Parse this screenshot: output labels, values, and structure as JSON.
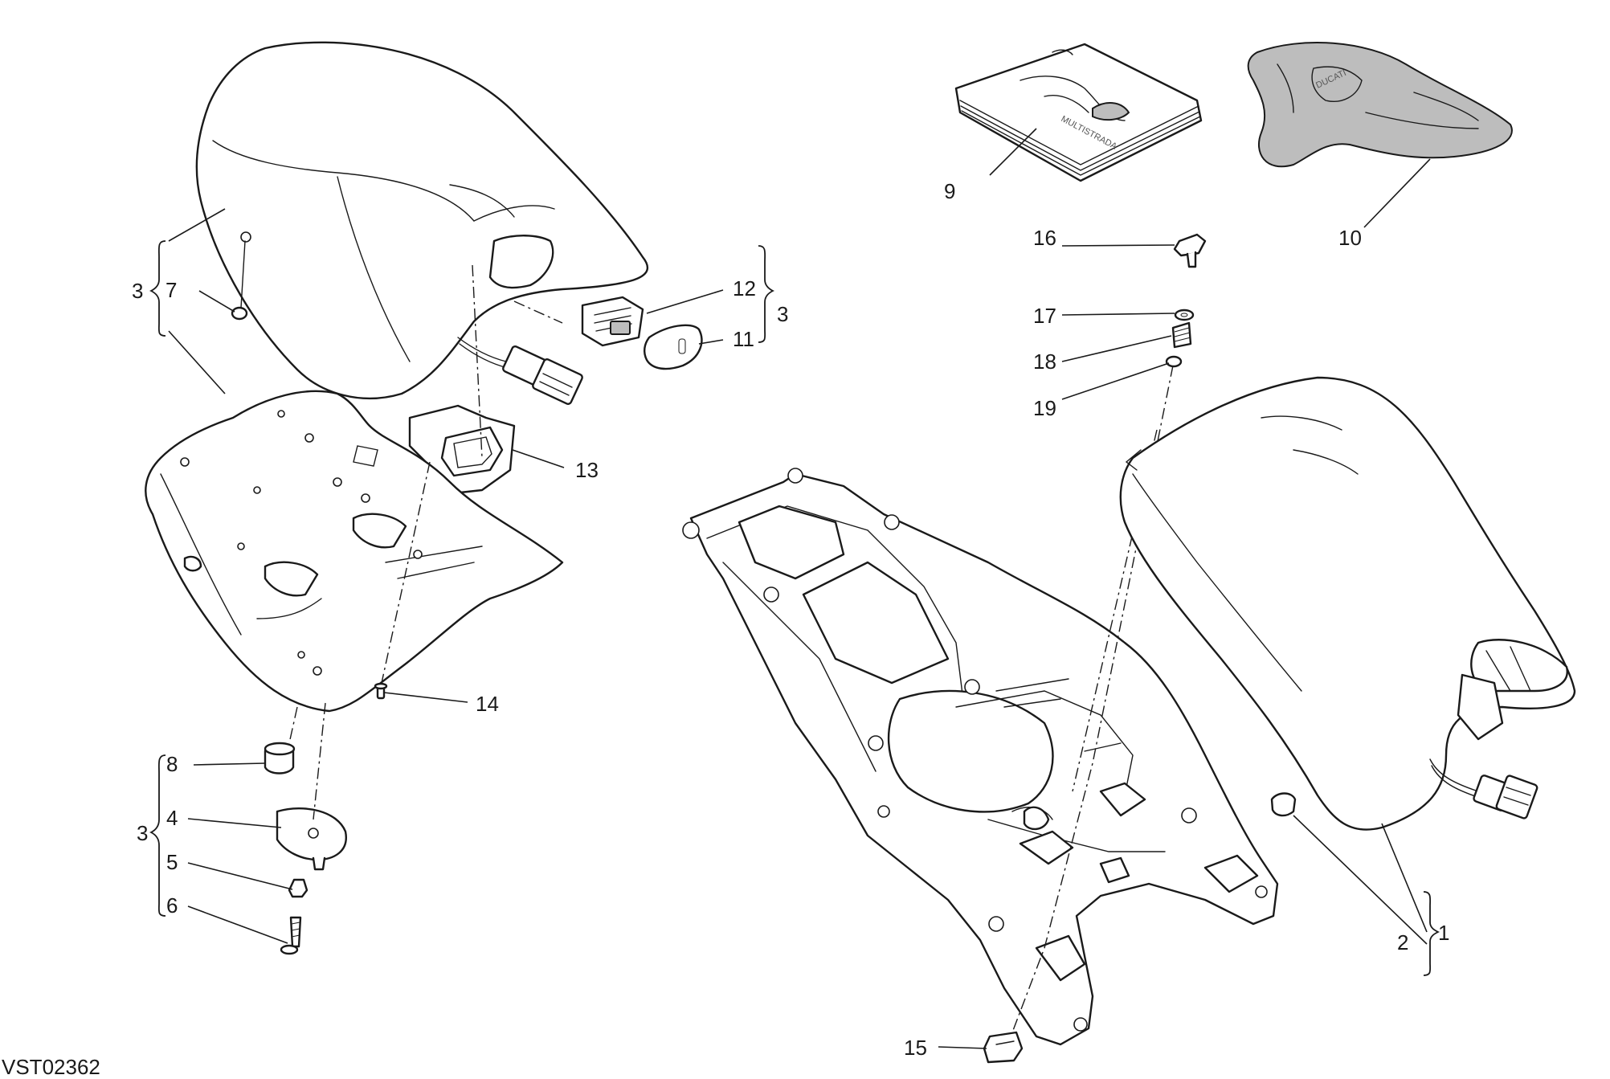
{
  "diagram_code": "VST02362",
  "colors": {
    "line": "#1a1a1a",
    "shaded_cover": "#bdbdbd",
    "background": "#ffffff"
  },
  "callouts": {
    "c1": "1",
    "c2": "2",
    "c3a": "3",
    "c3b": "3",
    "c3c": "3",
    "c4": "4",
    "c5": "5",
    "c6": "6",
    "c7": "7",
    "c8": "8",
    "c9": "9",
    "c10": "10",
    "c11": "11",
    "c12": "12",
    "c13": "13",
    "c14": "14",
    "c15": "15",
    "c16": "16",
    "c17": "17",
    "c18": "18",
    "c19": "19"
  },
  "manual_text": "MULTISTRADA",
  "logo_text": "DUCATI"
}
